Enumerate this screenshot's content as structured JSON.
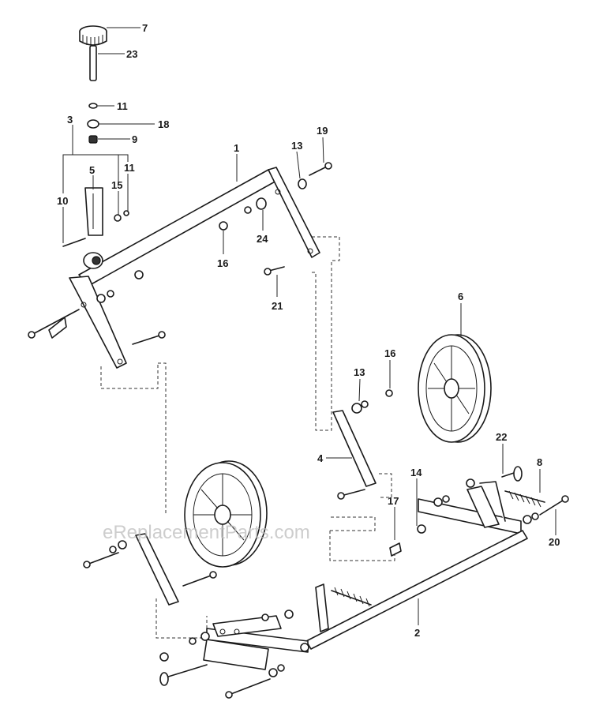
{
  "watermark": "eReplacementParts.com",
  "callouts": [
    "7",
    "23",
    "11",
    "3",
    "18",
    "9",
    "1",
    "13",
    "19",
    "5",
    "15",
    "11",
    "10",
    "16",
    "24",
    "21",
    "6",
    "13",
    "16",
    "22",
    "8",
    "4",
    "14",
    "17",
    "20",
    "2"
  ]
}
